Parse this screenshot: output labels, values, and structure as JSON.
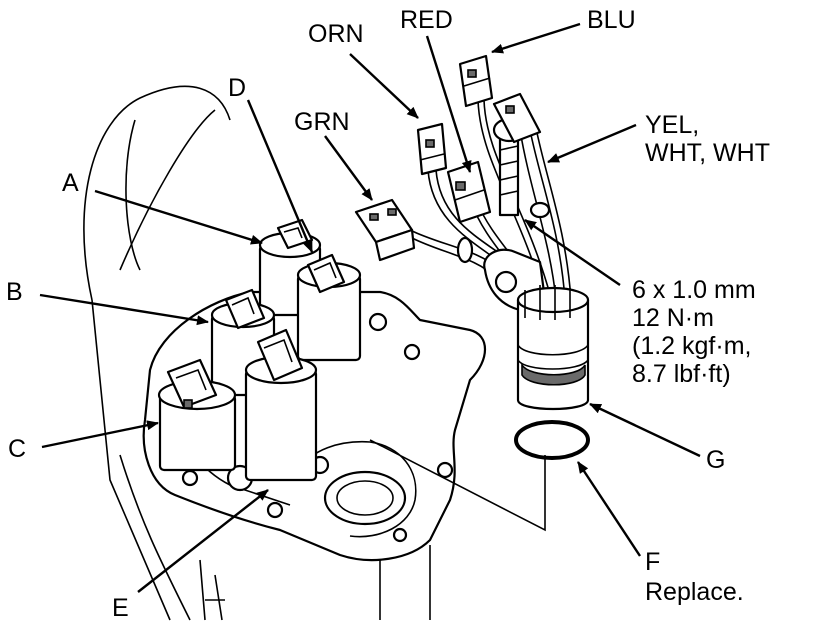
{
  "diagram": {
    "labels": {
      "A": "A",
      "B": "B",
      "C": "C",
      "D": "D",
      "E": "E",
      "F": "F",
      "F_note": "Replace.",
      "G": "G",
      "orn": "ORN",
      "red": "RED",
      "blu": "BLU",
      "grn": "GRN",
      "yel_line1": "YEL,",
      "yel_line2": "WHT, WHT",
      "torque_line1": "6 x 1.0 mm",
      "torque_line2": "12 N·m",
      "torque_line3": "(1.2 kgf·m,",
      "torque_line4": "8.7 lbf·ft)"
    }
  }
}
